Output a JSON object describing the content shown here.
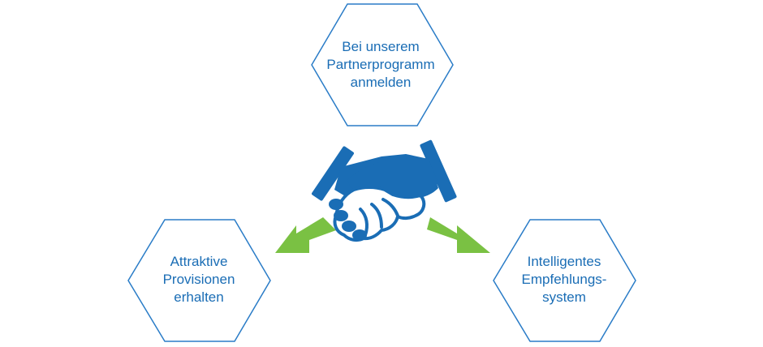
{
  "colors": {
    "hexagon_stroke": "#2a7cc7",
    "text": "#1a6db5",
    "handshake": "#1a6db5",
    "arrow": "#7ac143"
  },
  "icons": {
    "center": "handshake-icon",
    "arrows": "arrow-down-left-icon, arrow-down-right-icon"
  },
  "nodes": {
    "top": {
      "lines": [
        "Bei unserem",
        "Partnerprogramm",
        "anmelden"
      ]
    },
    "left": {
      "lines": [
        "Attraktive",
        "Provisionen",
        "erhalten"
      ]
    },
    "right": {
      "lines": [
        "Intelligentes",
        "Empfehlungs-",
        "system"
      ]
    }
  }
}
